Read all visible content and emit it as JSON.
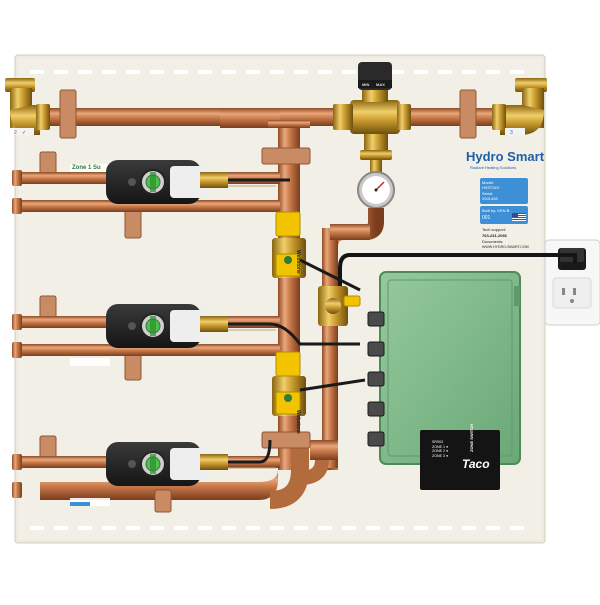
{
  "product": {
    "brand": "Hydro Smart",
    "tagline": "Radiant Heating Solutions",
    "model_label": "Model:",
    "model_value": "HS3T3ZV",
    "serial_label": "Serial:",
    "serial_value": "2001428",
    "built_by_label": "Built by: KEN B.",
    "built_number": "001",
    "tech_support_label": "Tech support:",
    "tech_support_phone": "763-231-2066",
    "documents_label": "Documents:",
    "documents_url": "WWW.HYDRO-SMART.COM"
  },
  "zones": [
    {
      "label": "Zone 1 Su"
    },
    {
      "label": ""
    },
    {
      "label": ""
    }
  ],
  "mixing_valve": {
    "min_label": "MIN",
    "max_label": "MAX"
  },
  "ball_valve_label": "Webstone",
  "controller": {
    "logo": "Taco",
    "title": "ZONE SWITCH",
    "body": "SR503\nZONE 1 ●\nZONE 2 ●\nZONE 3 ●"
  },
  "colors": {
    "copper": "#c8794a",
    "brass": "#c99a2e",
    "controller_green": "#7fb98a",
    "board": "#eeeae0",
    "info_blue": "#3d8fd6",
    "pump_body": "#2a2a2a",
    "pump_green": "#4fbf4f",
    "valve_yellow": "#f2c400"
  }
}
